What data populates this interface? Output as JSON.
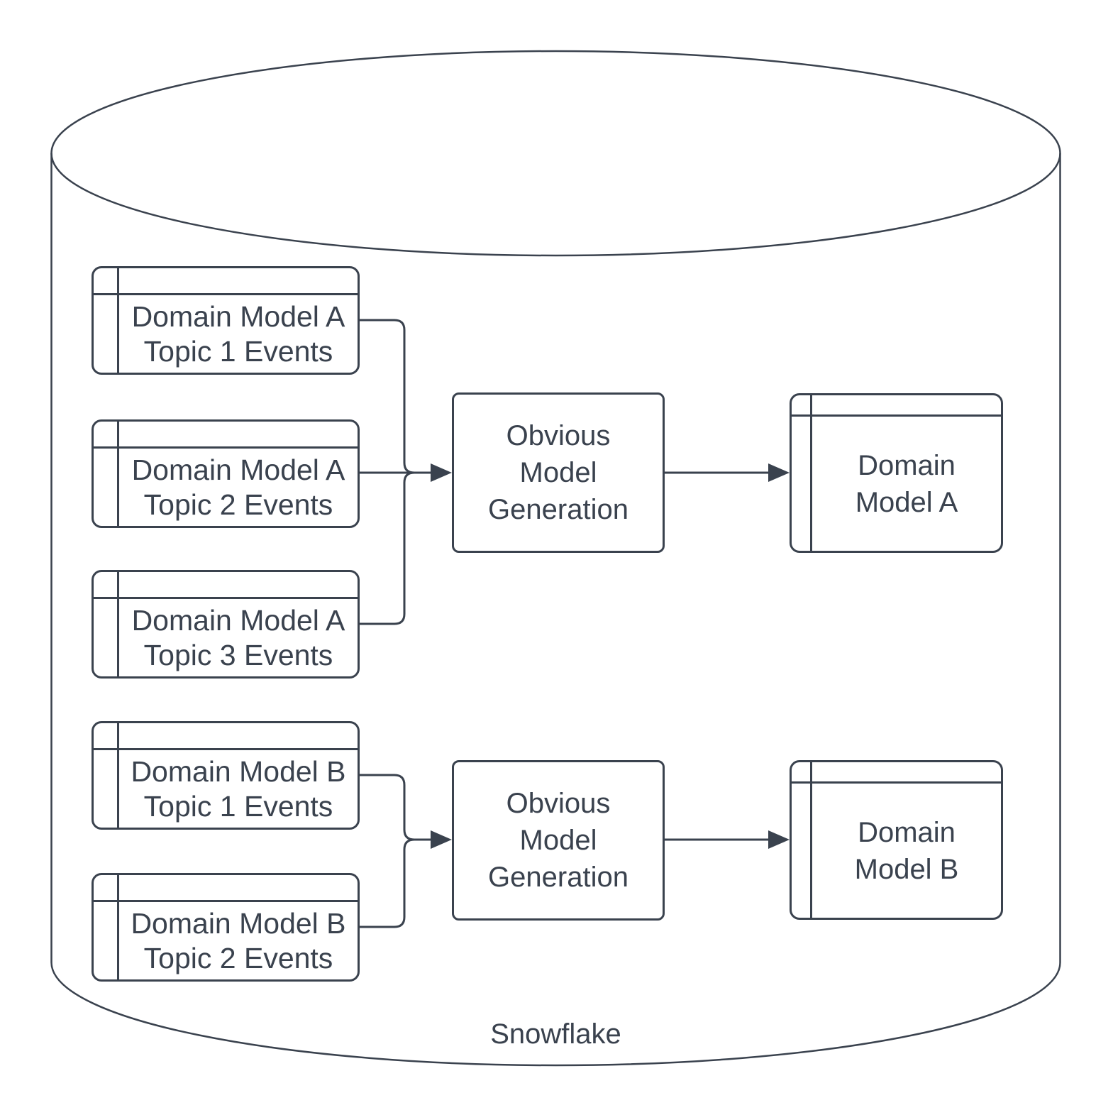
{
  "colors": {
    "stroke": "#3a424e",
    "background": "#ffffff"
  },
  "cylinder": {
    "label": "Snowflake"
  },
  "source_tables": [
    {
      "id": "model-a-topic-1",
      "lines": [
        "Domain Model A",
        "Topic 1 Events"
      ]
    },
    {
      "id": "model-a-topic-2",
      "lines": [
        "Domain Model A",
        "Topic 2 Events"
      ]
    },
    {
      "id": "model-a-topic-3",
      "lines": [
        "Domain Model A",
        "Topic 3 Events"
      ]
    },
    {
      "id": "model-b-topic-1",
      "lines": [
        "Domain Model B",
        "Topic 1 Events"
      ]
    },
    {
      "id": "model-b-topic-2",
      "lines": [
        "Domain Model B",
        "Topic 2 Events"
      ]
    }
  ],
  "processes": [
    {
      "id": "generation-a",
      "lines": [
        "Obvious",
        "Model",
        "Generation"
      ]
    },
    {
      "id": "generation-b",
      "lines": [
        "Obvious",
        "Model",
        "Generation"
      ]
    }
  ],
  "output_tables": [
    {
      "id": "domain-model-a",
      "lines": [
        "Domain",
        "Model A"
      ]
    },
    {
      "id": "domain-model-b",
      "lines": [
        "Domain",
        "Model B"
      ]
    }
  ]
}
